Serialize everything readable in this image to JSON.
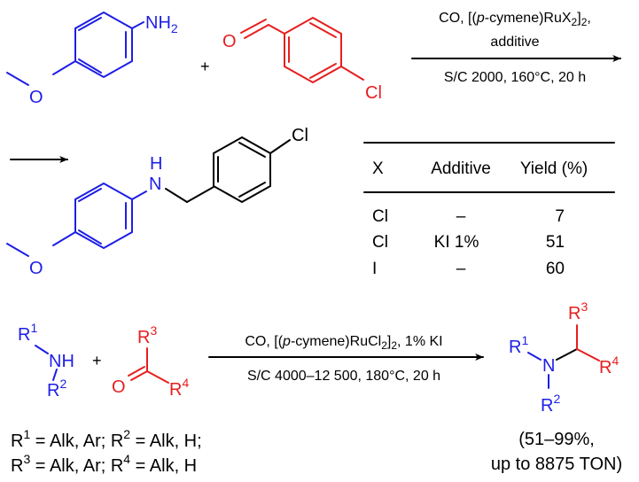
{
  "colors": {
    "amine": "#1e1ee6",
    "carbonyl": "#e61e1e",
    "text": "#000000"
  },
  "scheme1": {
    "amine": {
      "nh2": "NH",
      "nh2_sub": "2",
      "o": "O"
    },
    "plus": "+",
    "aldehyde": {
      "o": "O",
      "cl": "Cl"
    },
    "conditions": {
      "line1_a": "CO, [(",
      "line1_p": "p",
      "line1_b": "-cymene)RuX",
      "line1_sub": "2",
      "line1_c": "]",
      "line1_sub2": "2",
      "line1_d": ",",
      "line2": "additive",
      "line3": "S/C 2000, 160°C, 20 h"
    },
    "product": {
      "n": "N",
      "h": "H",
      "o": "O",
      "cl": "Cl"
    }
  },
  "table": {
    "headers": [
      "X",
      "Additive",
      "Yield (%)"
    ],
    "rows": [
      [
        "Cl",
        "–",
        "7"
      ],
      [
        "Cl",
        "KI 1%",
        "51"
      ],
      [
        "I",
        "–",
        "60"
      ]
    ]
  },
  "scheme2": {
    "amine": {
      "r1": "R",
      "r1_sup": "1",
      "nh": "NH",
      "r2": "R",
      "r2_sup": "2"
    },
    "plus": "+",
    "ketone": {
      "r3": "R",
      "r3_sup": "3",
      "o": "O",
      "r4": "R",
      "r4_sup": "4"
    },
    "conditions": {
      "line1_a": "CO, [(",
      "line1_p": "p",
      "line1_b": "-cymene)RuCl",
      "line1_sub": "2",
      "line1_c": "]",
      "line1_sub2": "2",
      "line1_d": ", 1% KI",
      "line2": "S/C 4000–12 500, 180°C, 20 h"
    },
    "product": {
      "r1": "R",
      "r1_sup": "1",
      "n": "N",
      "r2": "R",
      "r2_sup": "2",
      "r3": "R",
      "r3_sup": "3",
      "r4": "R",
      "r4_sup": "4"
    },
    "legend": {
      "line1": {
        "a": "R",
        "a_sup": "1",
        "b": " = Alk, Ar; R",
        "b_sup": "2",
        "c": " = Alk, H;"
      },
      "line2": {
        "a": "R",
        "a_sup": "3",
        "b": " = Alk, Ar; R",
        "b_sup": "4",
        "c": " = Alk, H"
      }
    },
    "yield": {
      "line1": "(51–99%,",
      "line2": "up to 8875 TON)"
    }
  }
}
